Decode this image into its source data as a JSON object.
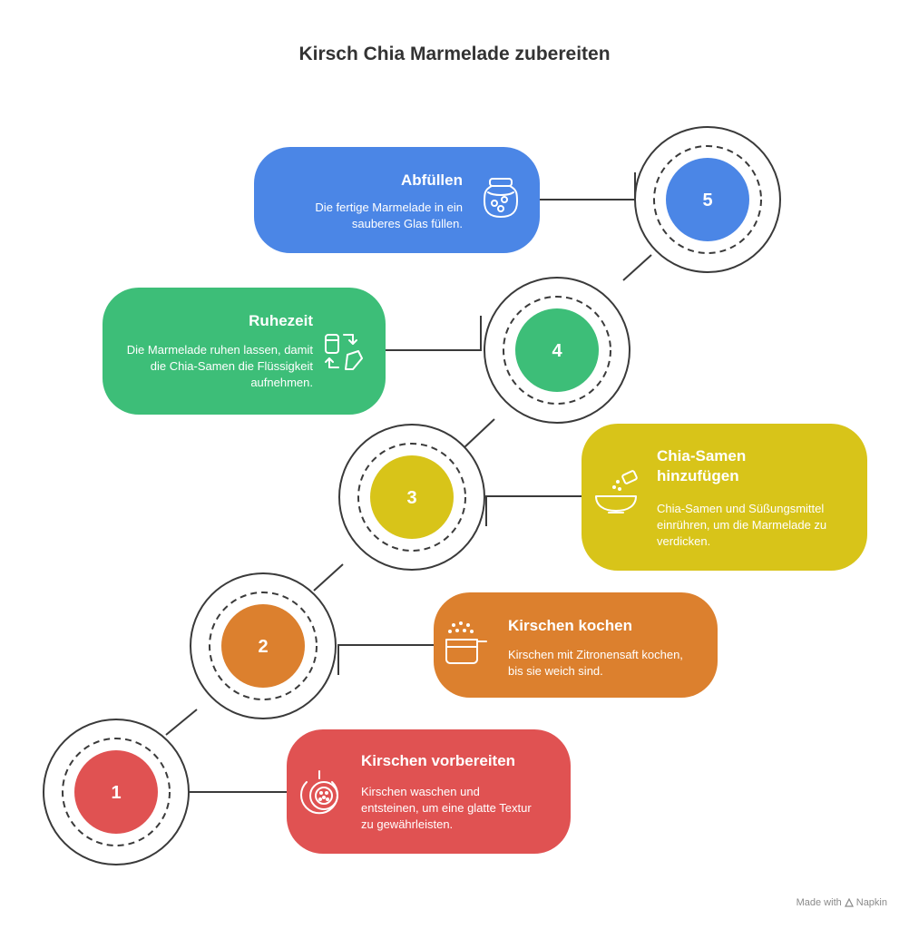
{
  "title": "Kirsch Chia Marmelade zubereiten",
  "steps": [
    {
      "number": "1",
      "title": "Kirschen vorbereiten",
      "description": "Kirschen waschen und entsteinen, um eine glatte Textur zu gewährleisten.",
      "color": "#E05252",
      "icon": "cherry-plate-icon"
    },
    {
      "number": "2",
      "title": "Kirschen kochen",
      "description": "Kirschen mit Zitronensaft kochen, bis sie weich sind.",
      "color": "#DC802E",
      "icon": "cooking-pot-icon"
    },
    {
      "number": "3",
      "title": "Chia-Samen hinzufügen",
      "description": "Chia-Samen und Süßungsmittel einrühren, um die Marmelade zu verdicken.",
      "color": "#D8C419",
      "icon": "seeds-bowl-icon"
    },
    {
      "number": "4",
      "title": "Ruhezeit",
      "description": "Die Marmelade ruhen lassen, damit die Chia-Samen die Flüssigkeit aufnehmen.",
      "color": "#3DBE78",
      "icon": "transfer-jar-icon"
    },
    {
      "number": "5",
      "title": "Abfüllen",
      "description": "Die fertige Marmelade in ein sauberes Glas füllen.",
      "color": "#4B86E6",
      "icon": "jam-jar-icon"
    }
  ],
  "footer": {
    "prefix": "Made with",
    "brand": "Napkin"
  }
}
